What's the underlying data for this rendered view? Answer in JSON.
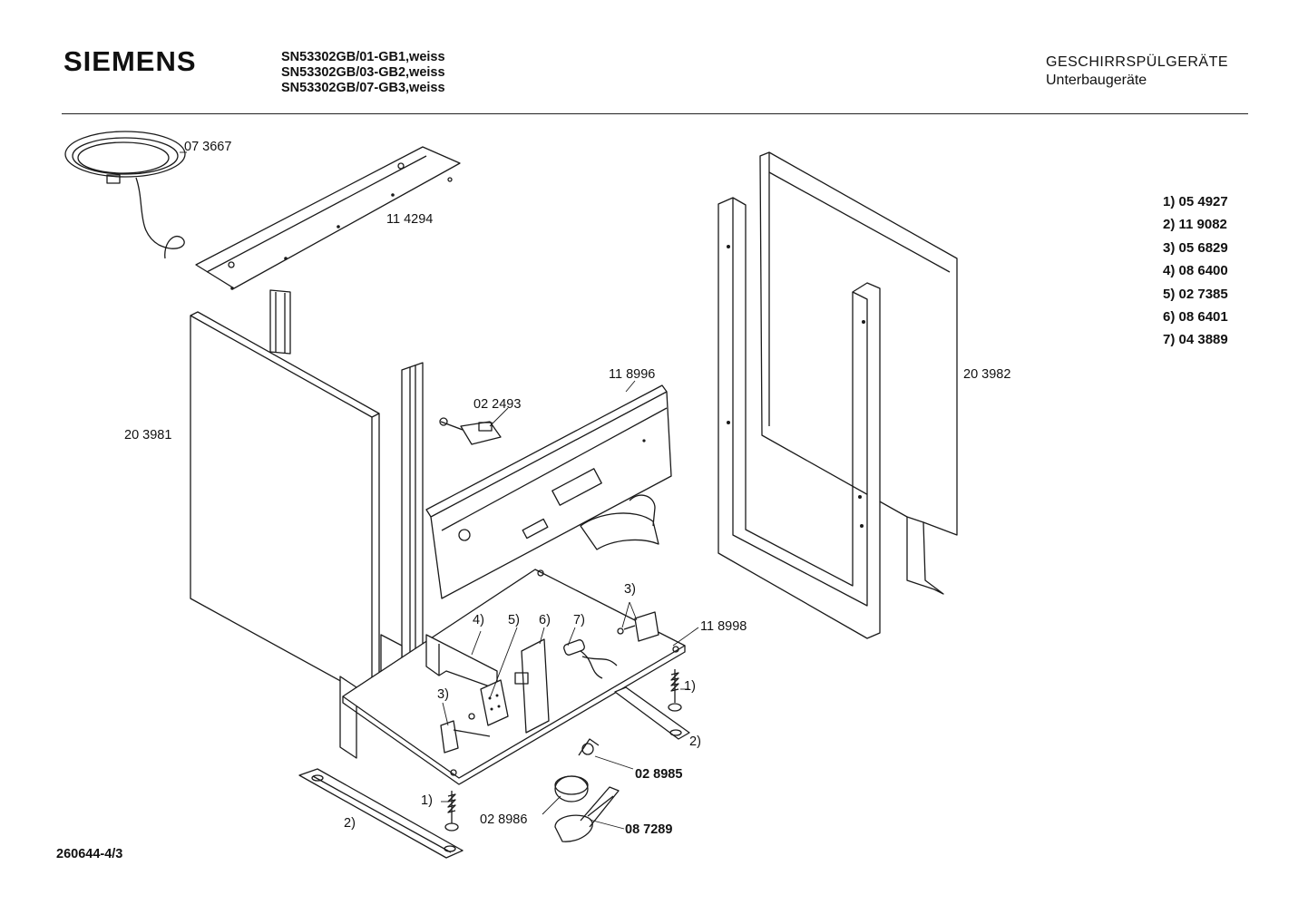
{
  "header": {
    "brand": "SIEMENS",
    "models": [
      "SN53302GB/01-GB1,weiss",
      "SN53302GB/03-GB2,weiss",
      "SN53302GB/07-GB3,weiss"
    ],
    "category": "GESCHIRRSPÜLGERÄTE",
    "subcategory": "Unterbaugeräte"
  },
  "parts": {
    "power_cord": "07 3667",
    "top_strip": "11 4294",
    "left_side_panel": "20 3981",
    "right_side_panel": "20 3982",
    "front_panel": "11 8996",
    "bracket": "02 2493",
    "base_frame": "11 8998",
    "float_switch": "02 8985",
    "float": "02 8986",
    "float_holder": "08 7289"
  },
  "callouts": {
    "c1_right": "1)",
    "c1_left": "1)",
    "c2_right": "2)",
    "c2_left": "2)",
    "c3_upper": "3)",
    "c3_lower": "3)",
    "c4": "4)",
    "c5": "5)",
    "c6": "6)",
    "c7": "7)"
  },
  "legend": [
    "1) 05 4927",
    "2) 11 9082",
    "3) 05 6829",
    "4) 08 6400",
    "5) 02 7385",
    "6)  08 6401",
    "7) 04 3889"
  ],
  "footer": {
    "doc_number": "260644-4/3"
  }
}
